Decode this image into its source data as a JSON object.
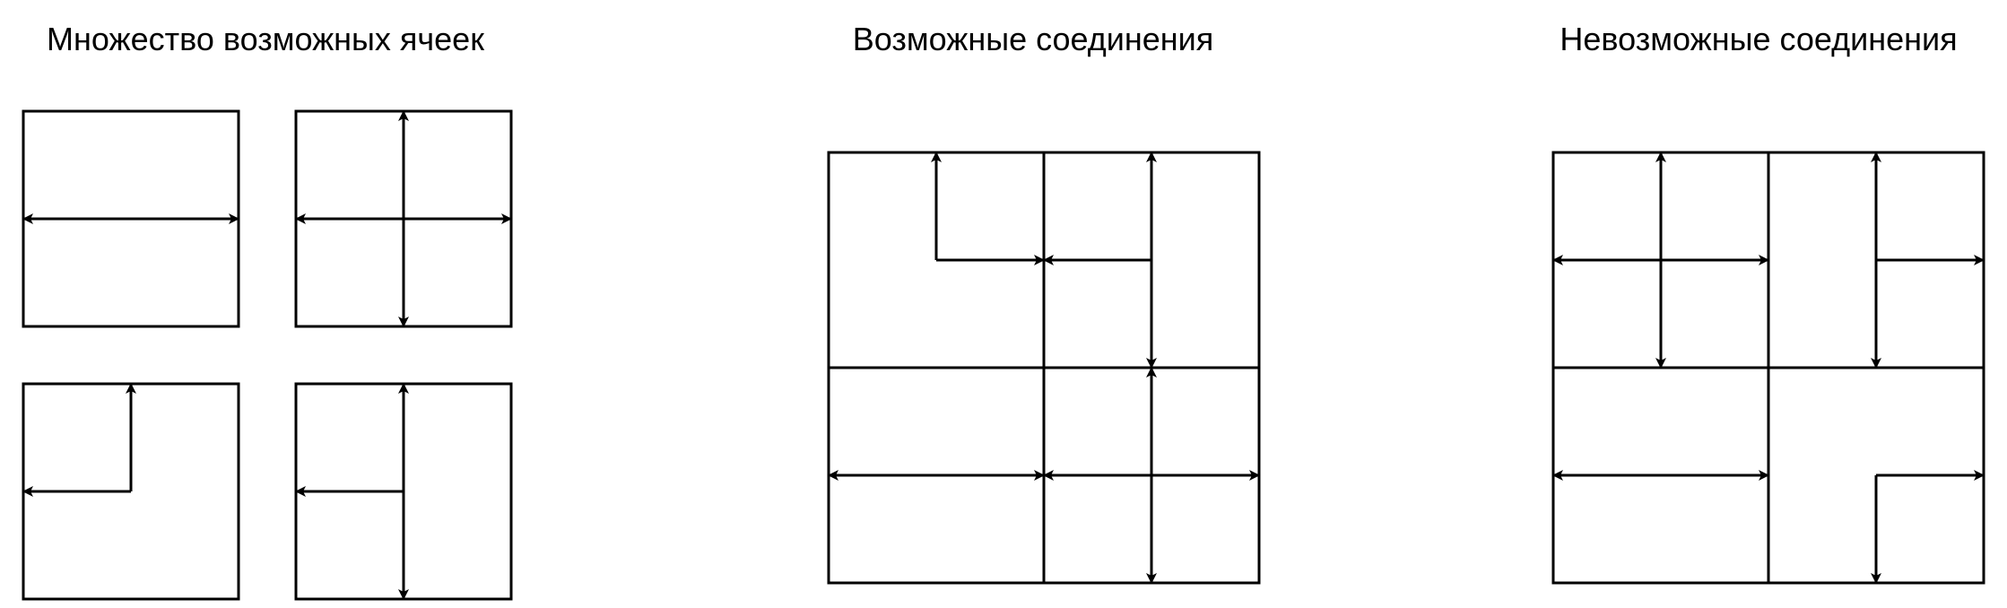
{
  "titles": {
    "cell_set": "Множество возможных ячеек",
    "possible": "Возможные соединения",
    "impossible": "Невозможные соединения"
  },
  "colors": {
    "stroke": "#000000",
    "background": "#ffffff"
  },
  "tiles": {
    "horizontal": {
      "up": false,
      "right": true,
      "down": false,
      "left": true
    },
    "cross": {
      "up": true,
      "right": true,
      "down": true,
      "left": true
    },
    "corner_up_left": {
      "up": true,
      "right": false,
      "down": false,
      "left": true
    },
    "tee_left": {
      "up": true,
      "right": false,
      "down": true,
      "left": true
    },
    "tee_right": {
      "up": true,
      "right": true,
      "down": true,
      "left": false
    },
    "corner_up_right": {
      "up": true,
      "right": true,
      "down": false,
      "left": false
    },
    "corner_right_down": {
      "up": false,
      "right": true,
      "down": true,
      "left": false
    }
  },
  "panels": {
    "cell_set": [
      [
        "horizontal",
        "cross"
      ],
      [
        "corner_up_left",
        "tee_left"
      ]
    ],
    "possible": [
      [
        "corner_up_right",
        "tee_left"
      ],
      [
        "horizontal",
        "cross"
      ]
    ],
    "impossible": [
      [
        "cross",
        "tee_right"
      ],
      [
        "horizontal",
        "corner_right_down"
      ]
    ]
  }
}
